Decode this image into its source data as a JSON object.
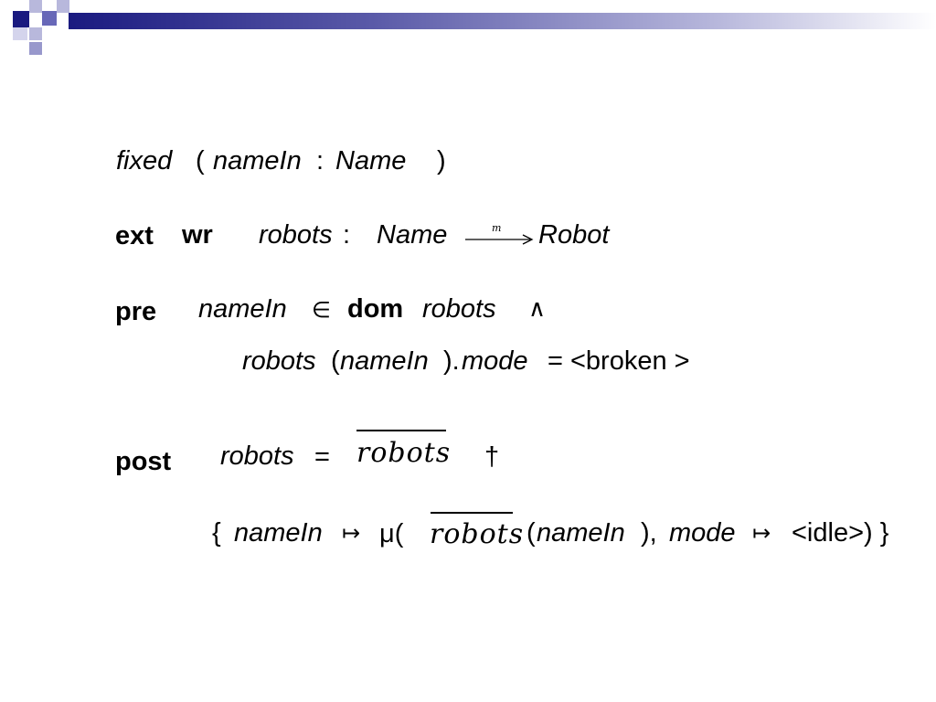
{
  "slide": {
    "decor": {
      "colors": {
        "navy": "#1a1a80",
        "mid": "#6868b8",
        "light": "#b8b8dc"
      }
    },
    "fixed_line": {
      "name": "fixed",
      "open": "(",
      "param": "nameIn",
      "colon": ":",
      "type": "Name",
      "close": ")"
    },
    "ext_line": {
      "ext": "ext",
      "wr": "wr",
      "var": "robots",
      "colon": ":",
      "from": "Name",
      "map_label": "m",
      "to": "Robot"
    },
    "pre_line": {
      "pre": "pre",
      "lhs": "nameIn",
      "in_sym": "∈",
      "dom": "dom",
      "robots": "robots",
      "and_sym": "∧"
    },
    "pre_line2": {
      "robots": "robots",
      "open": "(",
      "arg": "nameIn",
      "close_dot": ").",
      "field": "mode",
      "rest": "= <broken >"
    },
    "post_line": {
      "post": "post",
      "lhs": "robots",
      "eq": "=",
      "old_robots": "robots",
      "override": "†"
    },
    "post_line2": {
      "open_brace": "{",
      "key": "nameIn",
      "maps_to": "↦",
      "mu": "μ(",
      "old_robots": "robots",
      "open": "(",
      "arg": "nameIn",
      "close_comma": "),",
      "field": "mode",
      "maps_to2": "↦",
      "value": "<idle>) }"
    }
  }
}
